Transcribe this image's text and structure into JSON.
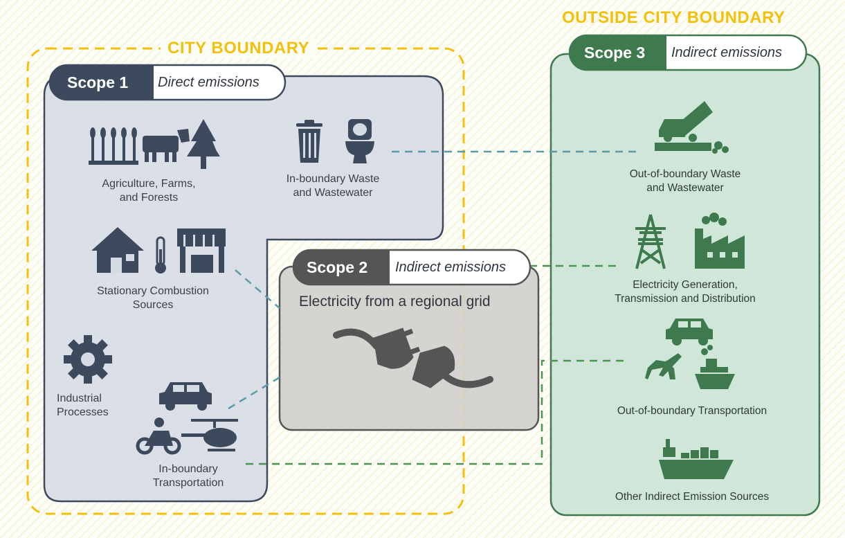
{
  "city_boundary_label": "CITY BOUNDARY",
  "outside_boundary_label": "OUTSIDE  CITY BOUNDARY",
  "scope1": {
    "label": "Scope 1",
    "sub": "Direct emissions"
  },
  "scope2": {
    "label": "Scope 2",
    "sub": "Indirect emissions",
    "title": "Electricity from a regional grid"
  },
  "scope3": {
    "label": "Scope 3",
    "sub": "Indirect emissions"
  },
  "scope1_items": {
    "agriculture": "Agriculture, Farms,\nand Forests",
    "waste": "In-boundary Waste\nand Wastewater",
    "stationary": "Stationary Combustion\nSources",
    "industrial": "Industrial\nProcesses",
    "transport": "In-boundary\nTransportation"
  },
  "scope3_items": {
    "waste": "Out-of-boundary Waste\nand Wastewater",
    "electricity": "Electricity Generation,\nTransmission and Distribution",
    "transport": "Out-of-boundary Transportation",
    "other": "Other Indirect Emission Sources"
  },
  "colors": {
    "city_boundary": "#f1c10b",
    "scope1_fill": "#d6dce6",
    "scope1_dark": "#3d4a5e",
    "scope2_fill": "#d2d0cc",
    "scope2_dark": "#555555",
    "scope3_fill": "#cfe6d9",
    "scope3_dark": "#3f7a4f",
    "connector_blue": "#5b9aa8",
    "connector_green": "#4d9450"
  },
  "icons": [
    "wheat-icon",
    "cow-icon",
    "tree-icon",
    "trash-can-icon",
    "toilet-icon",
    "house-icon",
    "thermometer-icon",
    "shop-icon",
    "gear-icon",
    "car-icon",
    "motorbike-icon",
    "helicopter-icon",
    "plug-icon",
    "dump-truck-icon",
    "power-tower-icon",
    "factory-icon",
    "airplane-icon",
    "ship-icon",
    "cargo-ship-icon"
  ]
}
